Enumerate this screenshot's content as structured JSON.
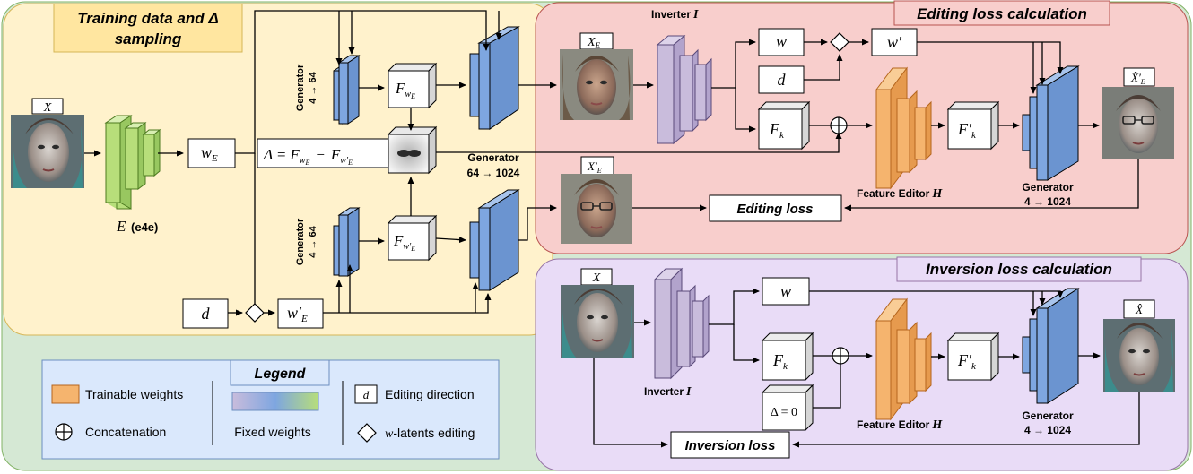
{
  "sections": {
    "training": {
      "title_line1": "Training data and Δ",
      "title_line2": "sampling",
      "encoder_label": "E",
      "encoder_sub": "(e4e)",
      "input_label": "X",
      "latent_w": "w",
      "latent_w_sub": "E",
      "latent_wp": "w′",
      "latent_wp_sub": "E",
      "direction": "d",
      "gen_small_top": "Generator",
      "gen_small_bottom": "4 → 64",
      "gen_big_top": "Generator",
      "gen_big_bottom": "64 → 1024",
      "feat_top": "F",
      "feat_top_sub": "w",
      "feat_top_subsub": "E",
      "feat_bot": "F",
      "feat_bot_sub": "w′",
      "feat_bot_subsub": "E",
      "delta_eq_lhs": "Δ =",
      "delta_eq_rhs_a": "F",
      "delta_eq_rhs_minus": "−",
      "delta_eq_rhs_b": "F"
    },
    "editing": {
      "title": "Editing loss calculation",
      "input_label": "X",
      "input_sub": "E",
      "inverter_label": "Inverter",
      "inverter_sym": "I",
      "w_box": "w",
      "d_box": "d",
      "wprime_box": "w′",
      "fk_box": "F",
      "fk_sub": "k",
      "fkp_box": "F′",
      "fkp_sub": "k",
      "editor_label": "Feature Editor",
      "editor_sym": "H",
      "gen_top": "Generator",
      "gen_bottom": "4 → 1024",
      "output_label": "X̂′",
      "output_sub": "E",
      "target_label": "X′",
      "target_sub": "E",
      "loss": "Editing loss"
    },
    "inversion": {
      "title": "Inversion loss calculation",
      "input_label": "X",
      "inverter_label": "Inverter",
      "inverter_sym": "I",
      "w_box": "w",
      "fk_box": "F",
      "fk_sub": "k",
      "delta_box": "Δ = 0",
      "fkp_box": "F′",
      "fkp_sub": "k",
      "editor_label": "Feature Editor",
      "editor_sym": "H",
      "gen_top": "Generator",
      "gen_bottom": "4 → 1024",
      "output_label": "X̂",
      "loss": "Inversion loss"
    }
  },
  "legend": {
    "title": "Legend",
    "trainable": "Trainable weights",
    "concat": "Concatenation",
    "fixed": "Fixed weights",
    "direction_sym": "d",
    "direction": "Editing direction",
    "wedit_sym": "w",
    "wedit": "-latents editing"
  },
  "colors": {
    "green_bg": "#d5e8d4",
    "yellow_bg": "#fff2cc",
    "red_bg": "#f8cecc",
    "purple_bg": "#e9dcf7",
    "legend_bg": "#dae8fc",
    "encoder_green": "#b7de7a",
    "generator_blue": "#7ea6e0",
    "inverter_purple": "#c9bcdc",
    "editor_orange": "#f5b46e"
  }
}
